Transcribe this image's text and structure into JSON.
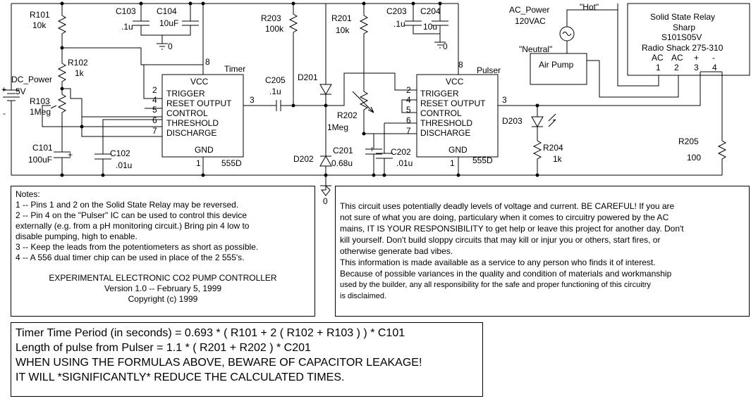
{
  "battery": {
    "name": "DC_Power",
    "value": "5V",
    "plus": "+",
    "minus": "-"
  },
  "components": {
    "r101": {
      "name": "R101",
      "value": "10k"
    },
    "r102": {
      "name": "R102",
      "value": "1k"
    },
    "r103": {
      "name": "R103",
      "value": "1Meg"
    },
    "c101": {
      "name": "C101",
      "value": "100uF",
      "plus": "+"
    },
    "c102": {
      "name": "C102",
      "value": ".01u"
    },
    "c103": {
      "name": "C103",
      "value": ".1u"
    },
    "c104": {
      "name": "C104",
      "value": "10uF"
    },
    "c205": {
      "name": "C205",
      "value": ".1u"
    },
    "r203": {
      "name": "R203",
      "value": "100k"
    },
    "r201": {
      "name": "R201",
      "value": "10k"
    },
    "c203": {
      "name": "C203",
      "value": ".1u"
    },
    "c204": {
      "name": "C204",
      "value": "10u"
    },
    "d201": {
      "name": "D201"
    },
    "d202": {
      "name": "D202"
    },
    "r202": {
      "name": "R202",
      "value": "1Meg"
    },
    "c201": {
      "name": "C201",
      "value": "0.68u",
      "plus": "+"
    },
    "c202": {
      "name": "C202",
      "value": ".01u"
    },
    "d203": {
      "name": "D203"
    },
    "r204": {
      "name": "R204",
      "value": "1k"
    },
    "r205": {
      "name": "R205",
      "value": "100"
    }
  },
  "gnd_labels": {
    "g1": "0",
    "g2": "0",
    "g3": "0"
  },
  "timer": {
    "label": "Timer",
    "part": "555D",
    "vcc": "VCC",
    "gnd": "GND",
    "trigger": "TRIGGER",
    "reset_output": "RESET OUTPUT",
    "control": "CONTROL",
    "threshold": "THRESHOLD",
    "discharge": "DISCHARGE",
    "pins": {
      "p8": "8",
      "p2": "2",
      "p4": "4",
      "p5": "5",
      "p6": "6",
      "p7": "7",
      "p3": "3",
      "p1": "1"
    }
  },
  "pulser": {
    "label": "Pulser",
    "part": "555D",
    "vcc": "VCC",
    "gnd": "GND",
    "trigger": "TRIGGER",
    "reset_output": "RESET OUTPUT",
    "control": "CONTROL",
    "threshold": "THRESHOLD",
    "discharge": "DISCHARGE",
    "pins": {
      "p8": "8",
      "p2": "2",
      "p4": "4",
      "p5": "5",
      "p6": "6",
      "p7": "7",
      "p3": "3",
      "p1": "1"
    }
  },
  "ac_power": {
    "name": "AC_Power",
    "value": "120VAC",
    "hot": "\"Hot\"",
    "neutral": "\"Neutral\""
  },
  "air_pump": {
    "label": "Air Pump"
  },
  "relay": {
    "line1": "Solid State Relay",
    "line2": "Sharp",
    "line3": "S101S05V",
    "line4": "Radio Shack 275-310",
    "pin_labels": [
      "AC",
      "AC",
      "+",
      "-"
    ],
    "pin_numbers": [
      "1",
      "2",
      "3",
      "4"
    ]
  },
  "notes": {
    "heading": "Notes:",
    "lines": [
      "1 -- Pins 1 and 2 on the Solid State Relay may be reversed.",
      "2 -- Pin 4 on the \"Pulser\" IC can be used to control this device",
      "externally (e.g. from a pH monitoring circuit.)  Bring pin 4 low to",
      "disable pumping, high to enable.",
      "3 -- Keep the leads from the potentiometers as short as possible.",
      "4 -- A 556 dual timer chip can be used in place of the 2 555's."
    ],
    "credits": [
      "EXPERIMENTAL ELECTRONIC CO2 PUMP CONTROLLER",
      "Version 1.0  -- February 5, 1999",
      "Copyright (c) 1999"
    ]
  },
  "warning": {
    "lines": [
      "This circuit uses potentially deadly levels of voltage and current.  BE CAREFUL!  If you are",
      "not sure of what you are doing, particulary when it comes to circuitry powered by the AC",
      "mains, IT IS YOUR RESPONSIBILITY to get help or leave this project for another day.  Don't",
      "kill yourself.  Don't build sloppy circuits that may kill or injur you or others, start fires, or",
      "otherwise generate bad vibes.",
      "This information is made available as a service to any person who finds it of interest.",
      "Because of possible variances in the quality and condition of materials and workmanship"
    ],
    "small_lines": [
      "used by the builder, any all responsibility for the safe and proper functioning of this circuitry",
      "is disclaimed."
    ]
  },
  "formulas": {
    "lines": [
      "Timer Time Period (in seconds) = 0.693 * ( R101 + 2 ( R102 + R103 ) ) * C101",
      "Length of pulse from Pulser = 1.1 * ( R201 + R202 ) * C201",
      "WHEN USING THE FORMULAS ABOVE, BEWARE OF CAPACITOR LEAKAGE!",
      "IT WILL *SIGNIFICANTLY* REDUCE THE CALCULATED TIMES."
    ]
  }
}
